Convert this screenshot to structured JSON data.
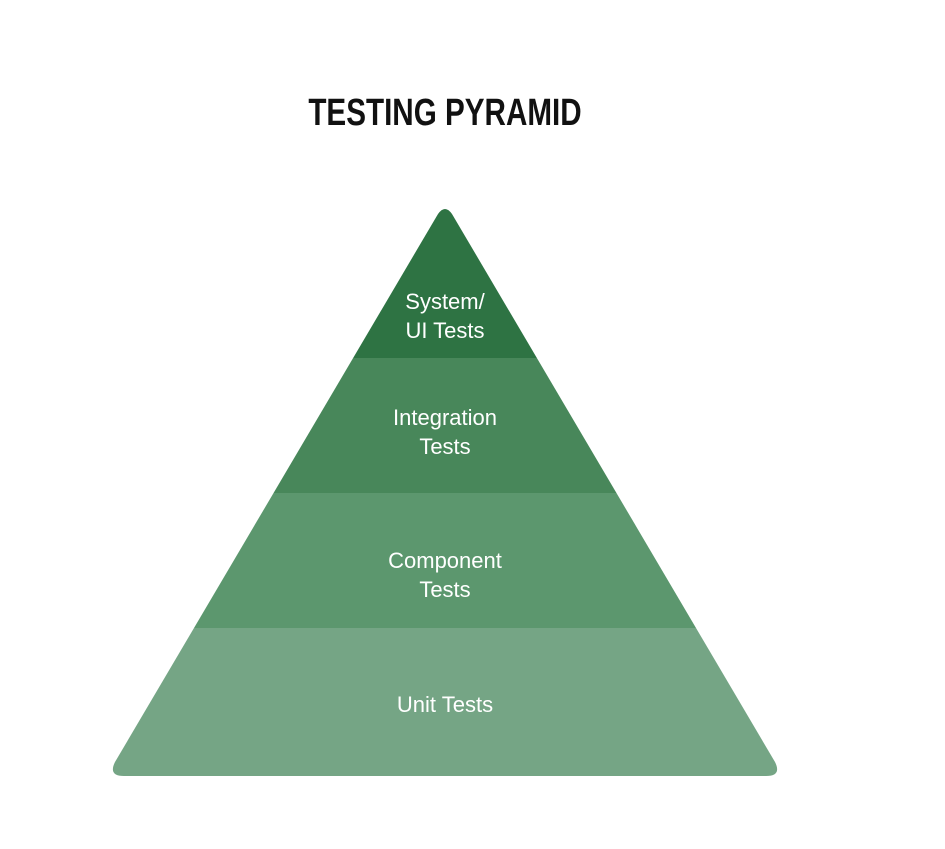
{
  "title": "TESTING PYRAMID",
  "pyramid": {
    "layers": [
      {
        "line1": "System/",
        "line2": "UI Tests",
        "color": "#2e7343"
      },
      {
        "line1": "Integration",
        "line2": "Tests",
        "color": "#48875a"
      },
      {
        "line1": "Component",
        "line2": "Tests",
        "color": "#5c976e"
      },
      {
        "line1": "Unit Tests",
        "line2": "",
        "color": "#75a585"
      }
    ]
  }
}
